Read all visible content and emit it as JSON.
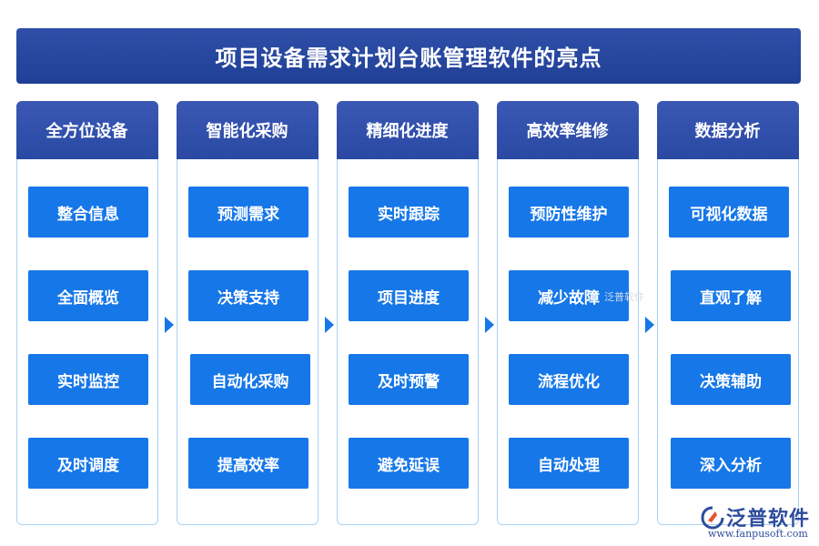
{
  "title": "项目设备需求计划台账管理软件的亮点",
  "columns": [
    {
      "header": "全方位设备",
      "items": [
        "整合信息",
        "全面概览",
        "实时监控",
        "及时调度"
      ]
    },
    {
      "header": "智能化采购",
      "items": [
        "预测需求",
        "决策支持",
        "自动化采购",
        "提高效率"
      ]
    },
    {
      "header": "精细化进度",
      "items": [
        "实时跟踪",
        "项目进度",
        "及时预警",
        "避免延误"
      ]
    },
    {
      "header": "高效率维修",
      "items": [
        "预防性维护",
        "减少故障",
        "流程优化",
        "自动处理"
      ]
    },
    {
      "header": "数据分析",
      "items": [
        "可视化数据",
        "直观了解",
        "决策辅助",
        "深入分析"
      ]
    }
  ],
  "watermark": "泛普软件",
  "logo": {
    "name": "泛普软件",
    "url": "www.fanpusoft.com"
  },
  "colors": {
    "title_bg": "#203f96",
    "header_bg": "#2a49a3",
    "item_bg": "#1677e8",
    "column_border": "#a9d2f2",
    "arrow": "#1677e8"
  },
  "icons": [
    "arrow-right-icon",
    "logo-mark-icon"
  ]
}
